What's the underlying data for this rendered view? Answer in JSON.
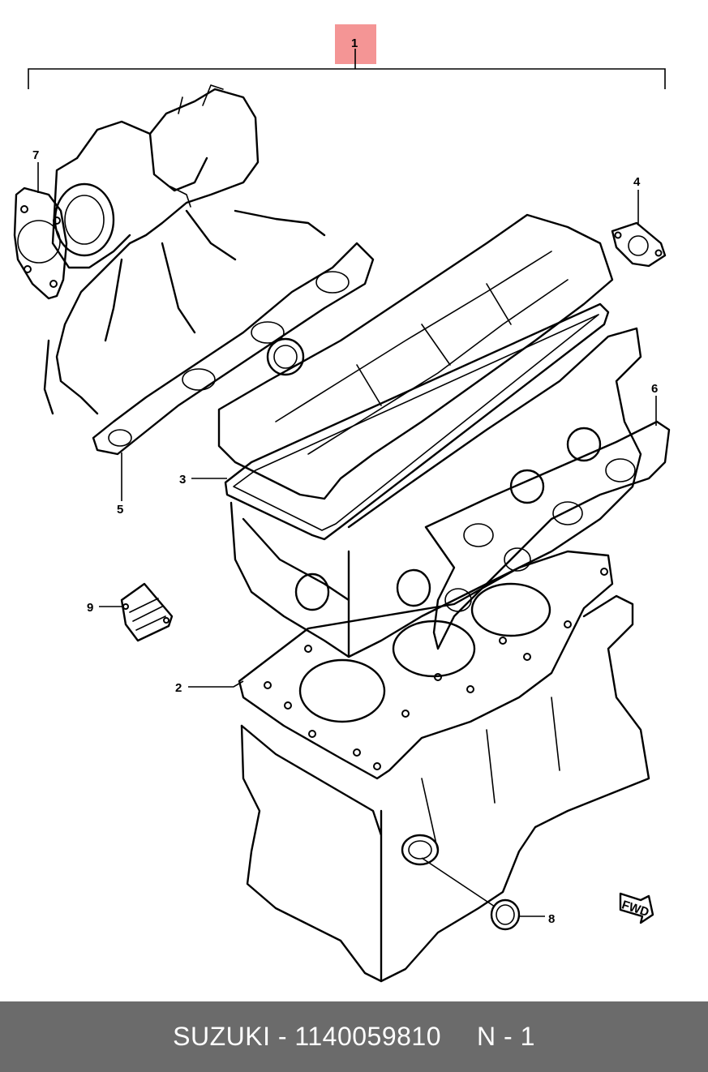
{
  "callouts": {
    "c1": "1",
    "c2": "2",
    "c3": "3",
    "c4": "4",
    "c5": "5",
    "c6": "6",
    "c7": "7",
    "c8": "8",
    "c9": "9"
  },
  "direction_badge": "FWD",
  "footer": {
    "brand": "SUZUKI",
    "separator": "-",
    "part_number": "1140059810",
    "ref": "N - 1"
  },
  "colors": {
    "highlight": "#f49595",
    "footer_bg": "#6b6b6b",
    "line": "#000000"
  }
}
